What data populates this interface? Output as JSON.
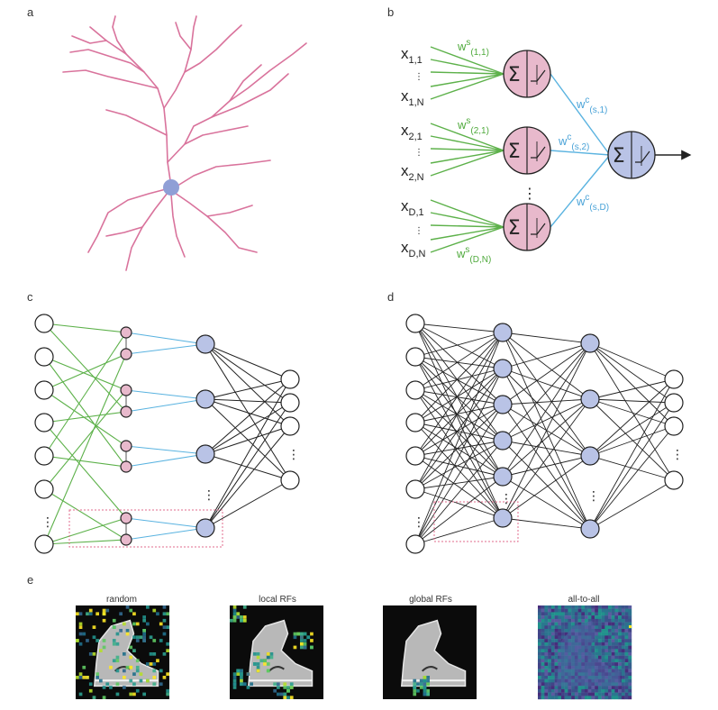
{
  "panel_labels": [
    "a",
    "b",
    "c",
    "d",
    "e"
  ],
  "panel_b": {
    "inputs": [
      {
        "base": "x",
        "sub": "1,1"
      },
      {
        "base": "x",
        "sub": "1,N"
      },
      {
        "base": "x",
        "sub": "2,1"
      },
      {
        "base": "x",
        "sub": "2,N"
      },
      {
        "base": "x",
        "sub": "D,1"
      },
      {
        "base": "x",
        "sub": "D,N"
      }
    ],
    "synapse_weights": [
      {
        "base": "w",
        "sup": "s",
        "sub": "(1,1)"
      },
      {
        "base": "w",
        "sup": "s",
        "sub": "(2,1)"
      },
      {
        "base": "w",
        "sup": "s",
        "sub": "(D,N)"
      }
    ],
    "compartment_weights": [
      {
        "base": "w",
        "sup": "c",
        "sub": "(s,1)"
      },
      {
        "base": "w",
        "sup": "c",
        "sub": "(s,2)"
      },
      {
        "base": "w",
        "sup": "c",
        "sub": "(s,D)"
      }
    ],
    "sum_symbol": "Σ"
  },
  "panel_e": {
    "titles": [
      "random",
      "local RFs",
      "global RFs",
      "all-to-all"
    ]
  },
  "colors": {
    "dendrite": "#d9739c",
    "soma": "#8f9fd6",
    "pink_node": "#e8b9cc",
    "blue_node": "#b9c3e6",
    "green_edge": "#5db14a",
    "blue_edge": "#5ab3e0",
    "black_edge": "#222222",
    "dotted_box": "#e06b8d"
  },
  "icons": [
    "neuron-morphology",
    "dendritic-subunit",
    "somatic-unit",
    "output-arrow"
  ]
}
